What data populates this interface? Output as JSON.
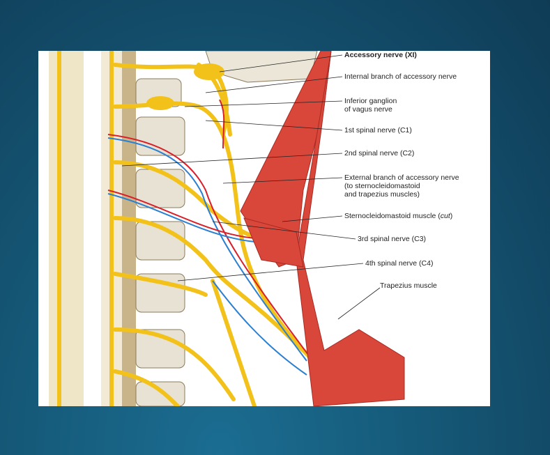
{
  "figure": {
    "labels": {
      "accessory_nerve": "Accessory nerve (XI)",
      "internal_branch": "Internal branch of accessory nerve",
      "inferior_ganglion_1": "Inferior ganglion",
      "inferior_ganglion_2": "of vagus nerve",
      "c1": "1st spinal nerve (C1)",
      "c2": "2nd spinal nerve (C2)",
      "external_branch_1": "External branch of accessory nerve",
      "external_branch_2": "(to sternocleidomastoid",
      "external_branch_3": "and trapezius muscles)",
      "scm_prefix": "Sternocleidomastoid muscle (",
      "scm_cut": "cut",
      "scm_suffix": ")",
      "c3": "3rd spinal nerve (C3)",
      "c4": "4th spinal nerve (C4)",
      "trapezius": "Trapezius muscle"
    },
    "colors": {
      "nerve": "#f2c21a",
      "artery": "#d8202a",
      "vein": "#2a7fd0",
      "muscle": "#d9473b",
      "bone": "#e8e2d4"
    }
  }
}
